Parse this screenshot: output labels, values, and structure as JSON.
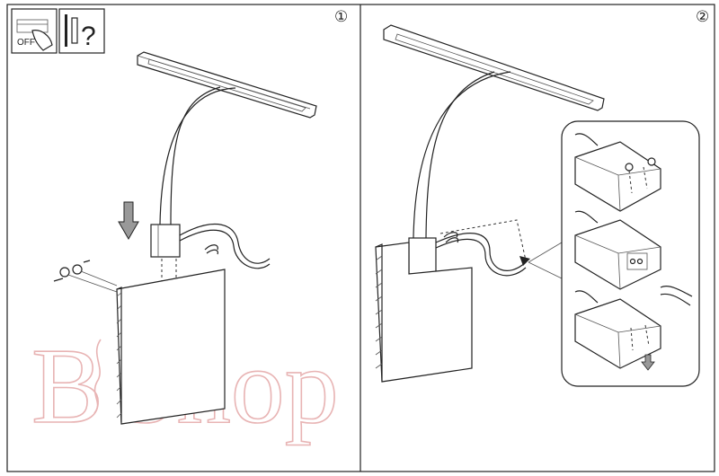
{
  "panels": [
    {
      "step": "①",
      "warning_icons": {
        "switch_label": "OFF",
        "question_mark": "?"
      }
    },
    {
      "step": "②"
    }
  ],
  "watermark": "BShop",
  "colors": {
    "line": "#222222",
    "watermark": "#e8b4b4"
  }
}
